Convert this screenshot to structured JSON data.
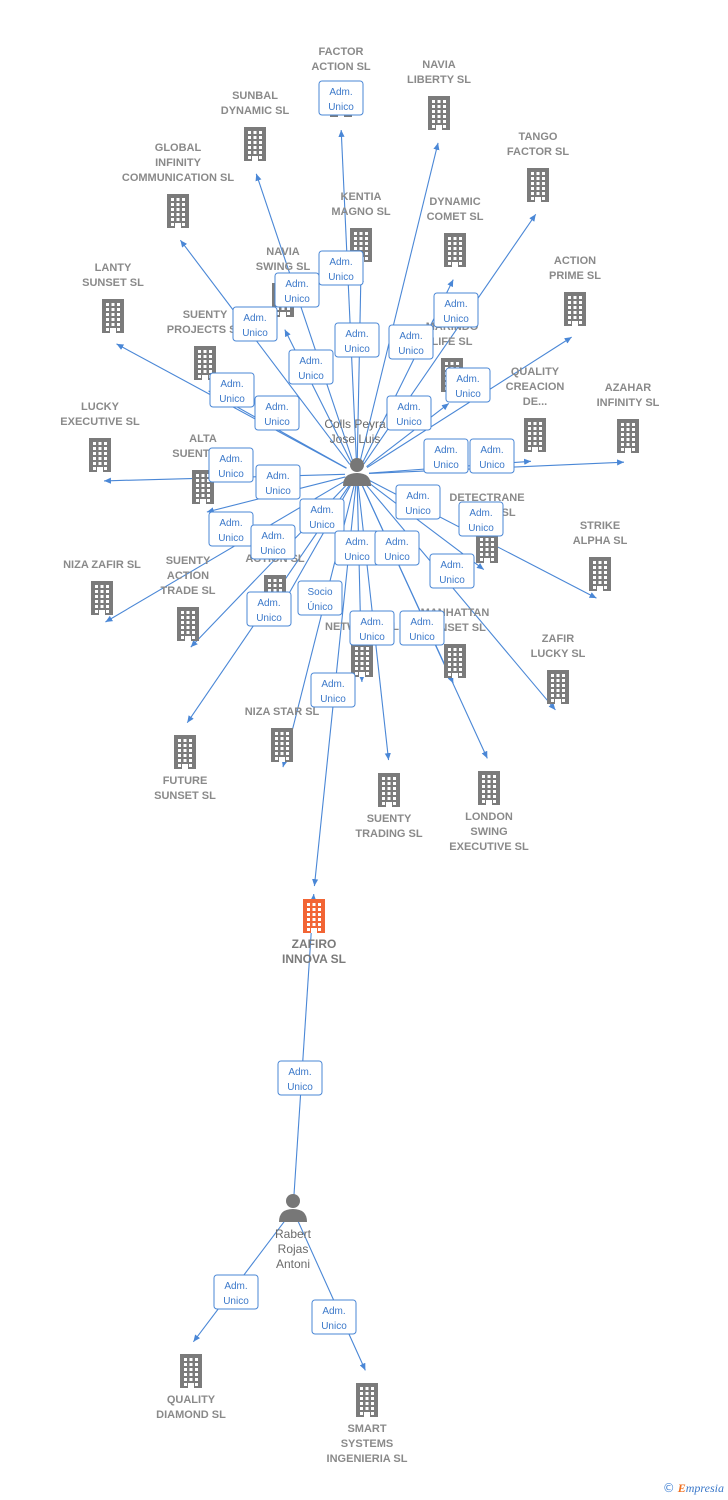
{
  "colors": {
    "company": "#7b7b7b",
    "focus": "#f26535",
    "edge": "#4a87d6",
    "label": "#8a8a8a"
  },
  "icons": {
    "company": "building-icon",
    "person": "person-icon"
  },
  "footer": {
    "copyright": "©",
    "brand_e": "E",
    "brand_rest": "mpresia"
  },
  "persons": [
    {
      "id": "colls",
      "lines": [
        "Colls Peyra",
        "Jose Luis"
      ]
    },
    {
      "id": "rabert",
      "lines": [
        "Rabert",
        "Rojas",
        "Antoni"
      ]
    }
  ],
  "companies": [
    {
      "id": "factor_action",
      "lines": [
        "FACTOR",
        "ACTION SL"
      ]
    },
    {
      "id": "navia_liberty",
      "lines": [
        "NAVIA",
        "LIBERTY SL"
      ]
    },
    {
      "id": "sunbal",
      "lines": [
        "SUNBAL",
        "DYNAMIC SL"
      ]
    },
    {
      "id": "tango",
      "lines": [
        "TANGO",
        "FACTOR SL"
      ]
    },
    {
      "id": "global_inf",
      "lines": [
        "GLOBAL",
        "INFINITY",
        "COMMUNICATION SL"
      ]
    },
    {
      "id": "kentia",
      "lines": [
        "KENTIA",
        "MAGNO SL"
      ]
    },
    {
      "id": "dynamic_comet",
      "lines": [
        "DYNAMIC",
        "COMET SL"
      ]
    },
    {
      "id": "action_prime",
      "lines": [
        "ACTION",
        "PRIME SL"
      ]
    },
    {
      "id": "lanty",
      "lines": [
        "LANTY",
        "SUNSET SL"
      ]
    },
    {
      "id": "navia_swing",
      "lines": [
        "NAVIA",
        "SWING SL"
      ]
    },
    {
      "id": "suenty_projects",
      "lines": [
        "SUENTY",
        "PROJECTS SL"
      ]
    },
    {
      "id": "marindo",
      "lines": [
        "MARINDO",
        "LIFE SL"
      ]
    },
    {
      "id": "quality_creacion",
      "lines": [
        "QUALITY",
        "CREACION",
        "DE..."
      ]
    },
    {
      "id": "azahar",
      "lines": [
        "AZAHAR",
        "INFINITY SL"
      ]
    },
    {
      "id": "lucky_exec",
      "lines": [
        "LUCKY",
        "EXECUTIVE SL"
      ]
    },
    {
      "id": "alta_suenty",
      "lines": [
        "ALTA",
        "SUENTY SL"
      ]
    },
    {
      "id": "detectrane",
      "lines": [
        "DETECTRANE",
        "GROUP SL"
      ]
    },
    {
      "id": "strike",
      "lines": [
        "STRIKE",
        "ALPHA SL"
      ]
    },
    {
      "id": "niza_zafir",
      "lines": [
        "NIZA ZAFIR SL"
      ]
    },
    {
      "id": "suenty_action",
      "lines": [
        "SUENTY",
        "ACTION",
        "TRADE SL"
      ]
    },
    {
      "id": "x_action",
      "lines": [
        "ACTION SL"
      ]
    },
    {
      "id": "network",
      "lines": [
        "NETWORK SL"
      ]
    },
    {
      "id": "manhattan",
      "lines": [
        "MANHATTAN",
        "SUNSET SL"
      ]
    },
    {
      "id": "zafir_lucky",
      "lines": [
        "ZAFIR",
        "LUCKY SL"
      ]
    },
    {
      "id": "future_sunset",
      "lines": [
        "FUTURE",
        "SUNSET SL"
      ]
    },
    {
      "id": "niza_star",
      "lines": [
        "NIZA STAR SL"
      ]
    },
    {
      "id": "suenty_trading",
      "lines": [
        "SUENTY",
        "TRADING SL"
      ]
    },
    {
      "id": "london",
      "lines": [
        "LONDON",
        "SWING",
        "EXECUTIVE SL"
      ]
    },
    {
      "id": "zafiro",
      "lines": [
        "ZAFIRO",
        "INNOVA  SL"
      ],
      "focus": true
    },
    {
      "id": "quality_diamond",
      "lines": [
        "QUALITY",
        "DIAMOND SL"
      ]
    },
    {
      "id": "smart",
      "lines": [
        "SMART",
        "SYSTEMS",
        "INGENIERIA SL"
      ]
    }
  ],
  "relations": [
    {
      "from": "colls",
      "to": "factor_action",
      "label": [
        "Adm.",
        "Unico"
      ]
    },
    {
      "from": "colls",
      "to": "navia_liberty",
      "label": [
        "Adm.",
        "Unico"
      ]
    },
    {
      "from": "colls",
      "to": "sunbal",
      "label": [
        "Adm.",
        "Unico"
      ]
    },
    {
      "from": "colls",
      "to": "tango",
      "label": [
        "Adm.",
        "Unico"
      ]
    },
    {
      "from": "colls",
      "to": "global_inf",
      "label": [
        "Adm.",
        "Unico"
      ]
    },
    {
      "from": "colls",
      "to": "kentia",
      "label": [
        "Adm.",
        "Unico"
      ]
    },
    {
      "from": "colls",
      "to": "dynamic_comet",
      "label": [
        "Adm.",
        "Unico"
      ]
    },
    {
      "from": "colls",
      "to": "action_prime",
      "label": [
        "Adm.",
        "Unico"
      ]
    },
    {
      "from": "colls",
      "to": "lanty",
      "label": [
        "Adm.",
        "Unico"
      ]
    },
    {
      "from": "colls",
      "to": "navia_swing",
      "label": [
        "Adm.",
        "Unico"
      ]
    },
    {
      "from": "colls",
      "to": "suenty_projects",
      "label": [
        "Adm.",
        "Unico"
      ]
    },
    {
      "from": "colls",
      "to": "marindo",
      "label": [
        "Adm.",
        "Unico"
      ]
    },
    {
      "from": "colls",
      "to": "quality_creacion",
      "label": [
        "Adm.",
        "Unico"
      ]
    },
    {
      "from": "colls",
      "to": "azahar",
      "label": [
        "Adm.",
        "Unico"
      ]
    },
    {
      "from": "colls",
      "to": "lucky_exec",
      "label": [
        "Adm.",
        "Unico"
      ]
    },
    {
      "from": "colls",
      "to": "alta_suenty",
      "label": [
        "Adm.",
        "Unico"
      ]
    },
    {
      "from": "colls",
      "to": "detectrane",
      "label": [
        "Adm.",
        "Unico"
      ]
    },
    {
      "from": "colls",
      "to": "strike",
      "label": [
        "Adm.",
        "Unico"
      ]
    },
    {
      "from": "colls",
      "to": "niza_zafir",
      "label": [
        "Adm.",
        "Unico"
      ]
    },
    {
      "from": "colls",
      "to": "suenty_action",
      "label": [
        "Adm.",
        "Unico"
      ]
    },
    {
      "from": "colls",
      "to": "x_action",
      "label": [
        "Adm.",
        "Unico"
      ]
    },
    {
      "from": "colls",
      "to": "network",
      "label": [
        "Adm.",
        "Unico"
      ]
    },
    {
      "from": "colls",
      "to": "manhattan",
      "label": [
        "Adm.",
        "Unico"
      ]
    },
    {
      "from": "colls",
      "to": "zafir_lucky",
      "label": [
        "Adm.",
        "Unico"
      ]
    },
    {
      "from": "colls",
      "to": "future_sunset",
      "label": [
        "Adm.",
        "Unico"
      ]
    },
    {
      "from": "colls",
      "to": "niza_star",
      "label": [
        "Socio",
        "Único"
      ]
    },
    {
      "from": "colls",
      "to": "suenty_trading",
      "label": [
        "Adm.",
        "Unico"
      ]
    },
    {
      "from": "colls",
      "to": "london",
      "label": [
        "Adm.",
        "Unico"
      ]
    },
    {
      "from": "colls",
      "to": "zafiro",
      "label": [
        "Adm.",
        "Unico"
      ]
    },
    {
      "from": "rabert",
      "to": "zafiro",
      "label": [
        "Adm.",
        "Unico"
      ]
    },
    {
      "from": "rabert",
      "to": "quality_diamond",
      "label": [
        "Adm.",
        "Unico"
      ]
    },
    {
      "from": "rabert",
      "to": "smart",
      "label": [
        "Adm.",
        "Unico"
      ]
    }
  ]
}
